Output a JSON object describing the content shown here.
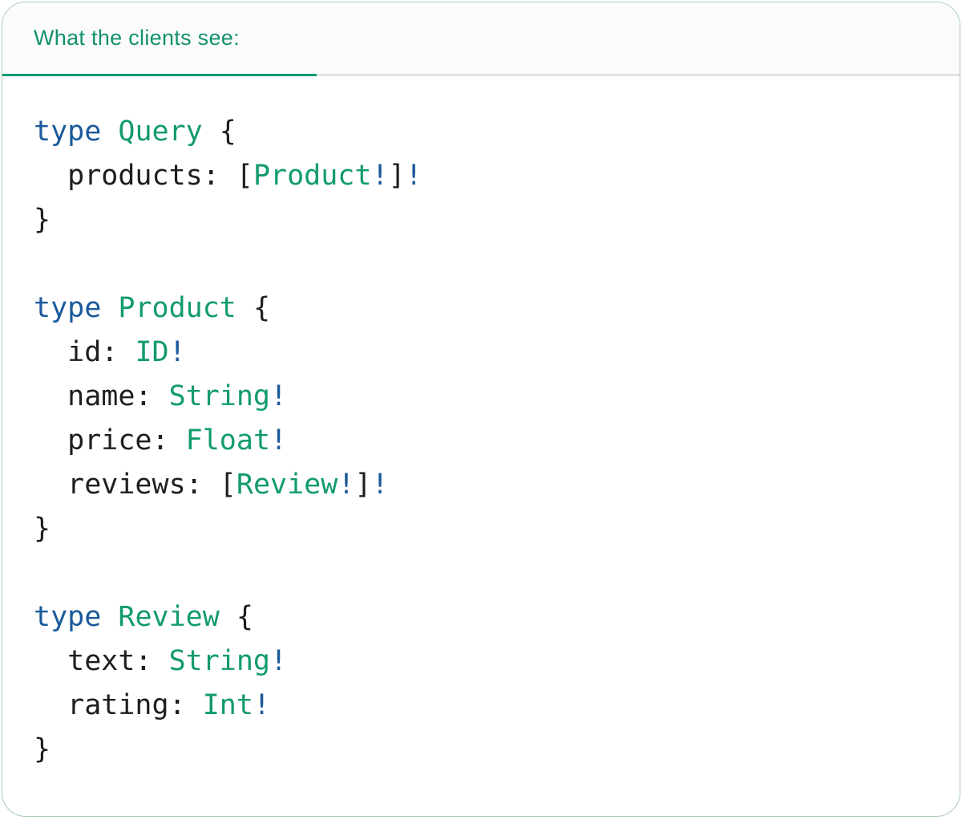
{
  "header": {
    "tab_label": "What the clients see:"
  },
  "colors": {
    "header_green": "#12916e",
    "tab_underline": "#129b74",
    "divider_gray": "#e3e3e3",
    "header_background": "#fbfbfb",
    "panel_background": "#ffffff",
    "panel_border": "#a8ceb0",
    "keyword_blue": "#1b5a9b",
    "type_green": "#129a70",
    "code_text": "#1e1e1e"
  },
  "code": {
    "language": "graphql-sdl",
    "plain_text": "type Query {\n  products: [Product!]!\n}\n\ntype Product {\n  id: ID!\n  name: String!\n  price: Float!\n  reviews: [Review!]!\n}\n\ntype Review {\n  text: String!\n  rating: Int!\n}",
    "lines": [
      [
        {
          "t": "type",
          "c": "keyword"
        },
        {
          "t": " ",
          "c": "plain"
        },
        {
          "t": "Query",
          "c": "typename"
        },
        {
          "t": " {",
          "c": "plain"
        }
      ],
      [
        {
          "t": "  products: [",
          "c": "plain"
        },
        {
          "t": "Product",
          "c": "typename"
        },
        {
          "t": "!",
          "c": "bang"
        },
        {
          "t": "]",
          "c": "plain"
        },
        {
          "t": "!",
          "c": "bang"
        }
      ],
      [
        {
          "t": "}",
          "c": "plain"
        }
      ],
      [],
      [
        {
          "t": "type",
          "c": "keyword"
        },
        {
          "t": " ",
          "c": "plain"
        },
        {
          "t": "Product",
          "c": "typename"
        },
        {
          "t": " {",
          "c": "plain"
        }
      ],
      [
        {
          "t": "  id: ",
          "c": "plain"
        },
        {
          "t": "ID",
          "c": "typename"
        },
        {
          "t": "!",
          "c": "bang"
        }
      ],
      [
        {
          "t": "  name: ",
          "c": "plain"
        },
        {
          "t": "String",
          "c": "typename"
        },
        {
          "t": "!",
          "c": "bang"
        }
      ],
      [
        {
          "t": "  price: ",
          "c": "plain"
        },
        {
          "t": "Float",
          "c": "typename"
        },
        {
          "t": "!",
          "c": "bang"
        }
      ],
      [
        {
          "t": "  reviews: [",
          "c": "plain"
        },
        {
          "t": "Review",
          "c": "typename"
        },
        {
          "t": "!",
          "c": "bang"
        },
        {
          "t": "]",
          "c": "plain"
        },
        {
          "t": "!",
          "c": "bang"
        }
      ],
      [
        {
          "t": "}",
          "c": "plain"
        }
      ],
      [],
      [
        {
          "t": "type",
          "c": "keyword"
        },
        {
          "t": " ",
          "c": "plain"
        },
        {
          "t": "Review",
          "c": "typename"
        },
        {
          "t": " {",
          "c": "plain"
        }
      ],
      [
        {
          "t": "  text: ",
          "c": "plain"
        },
        {
          "t": "String",
          "c": "typename"
        },
        {
          "t": "!",
          "c": "bang"
        }
      ],
      [
        {
          "t": "  rating: ",
          "c": "plain"
        },
        {
          "t": "Int",
          "c": "typename"
        },
        {
          "t": "!",
          "c": "bang"
        }
      ],
      [
        {
          "t": "}",
          "c": "plain"
        }
      ]
    ]
  }
}
